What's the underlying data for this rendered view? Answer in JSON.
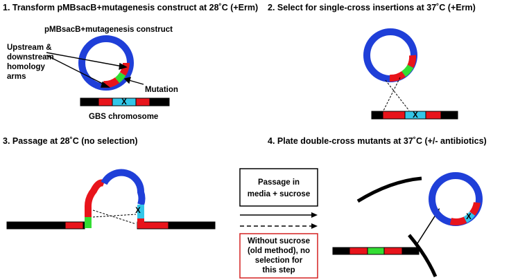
{
  "panel1": {
    "title": "1. Transform pMBsacB+mutagenesis construct at 28˚C (+Erm)",
    "plasmid_label": "pMBsacB+mutagenesis construct",
    "arms_label": [
      "Upstream &",
      "downstream",
      "homology",
      "arms"
    ],
    "mutation_label": "Mutation",
    "chromosome_label": "GBS chromosome",
    "marker": "X"
  },
  "panel2": {
    "title": "2. Select for single-cross insertions at 37˚C (+Erm)",
    "marker": "X"
  },
  "panel3": {
    "title": "3. Passage at 28˚C (no selection)",
    "marker": "X",
    "box_top": [
      "Passage in",
      "media + sucrose"
    ],
    "box_bottom": [
      "Without sucrose",
      "(old method), no",
      "selection for",
      "this step"
    ]
  },
  "panel4": {
    "title": "4. Plate double-cross mutants at 37˚C (+/- antibiotics)",
    "marker": "X"
  },
  "colors": {
    "backbone": "#1f3fd8",
    "homology_arm": "#e8141b",
    "mutation": "#33dd33",
    "target_site": "#33c6e8",
    "chromosome": "#000000",
    "old_method_border": "#d42020"
  }
}
